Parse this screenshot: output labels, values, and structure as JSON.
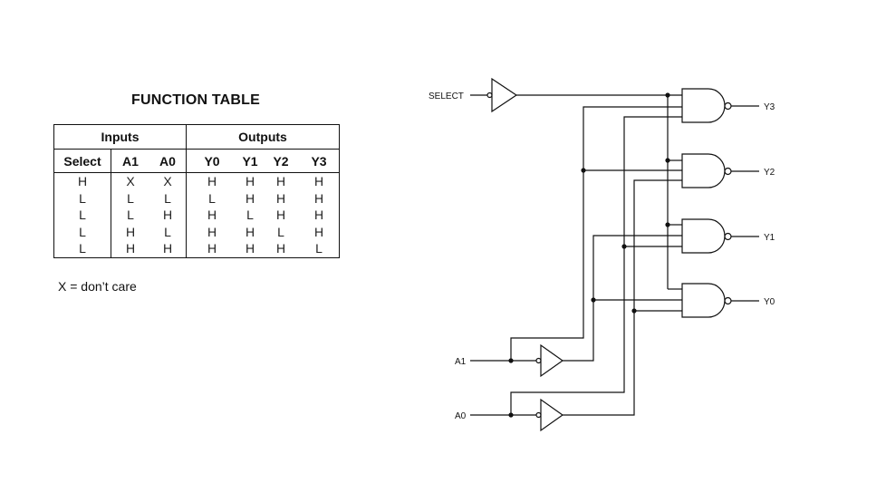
{
  "function_table": {
    "title": "FUNCTION TABLE",
    "group_headers": {
      "inputs": "Inputs",
      "outputs": "Outputs"
    },
    "columns": [
      "Select",
      "A1",
      "A0",
      "Y0",
      "Y1",
      "Y2",
      "Y3"
    ],
    "rows": [
      [
        "H",
        "X",
        "X",
        "H",
        "H",
        "H",
        "H"
      ],
      [
        "L",
        "L",
        "L",
        "L",
        "H",
        "H",
        "H"
      ],
      [
        "L",
        "L",
        "H",
        "H",
        "L",
        "H",
        "H"
      ],
      [
        "L",
        "H",
        "L",
        "H",
        "H",
        "L",
        "H"
      ],
      [
        "L",
        "H",
        "H",
        "H",
        "H",
        "H",
        "L"
      ]
    ],
    "legend": "X = don’t care"
  },
  "circuit": {
    "inputs": {
      "select": "SELECT",
      "a1": "A1",
      "a0": "A0"
    },
    "outputs": {
      "y3": "Y3",
      "y2": "Y2",
      "y1": "Y1",
      "y0": "Y0"
    },
    "gates": [
      {
        "type": "NAND",
        "output": "Y3"
      },
      {
        "type": "NAND",
        "output": "Y2"
      },
      {
        "type": "NAND",
        "output": "Y1"
      },
      {
        "type": "NAND",
        "output": "Y0"
      }
    ],
    "inverters": [
      "SELECT",
      "A1",
      "A0"
    ]
  }
}
